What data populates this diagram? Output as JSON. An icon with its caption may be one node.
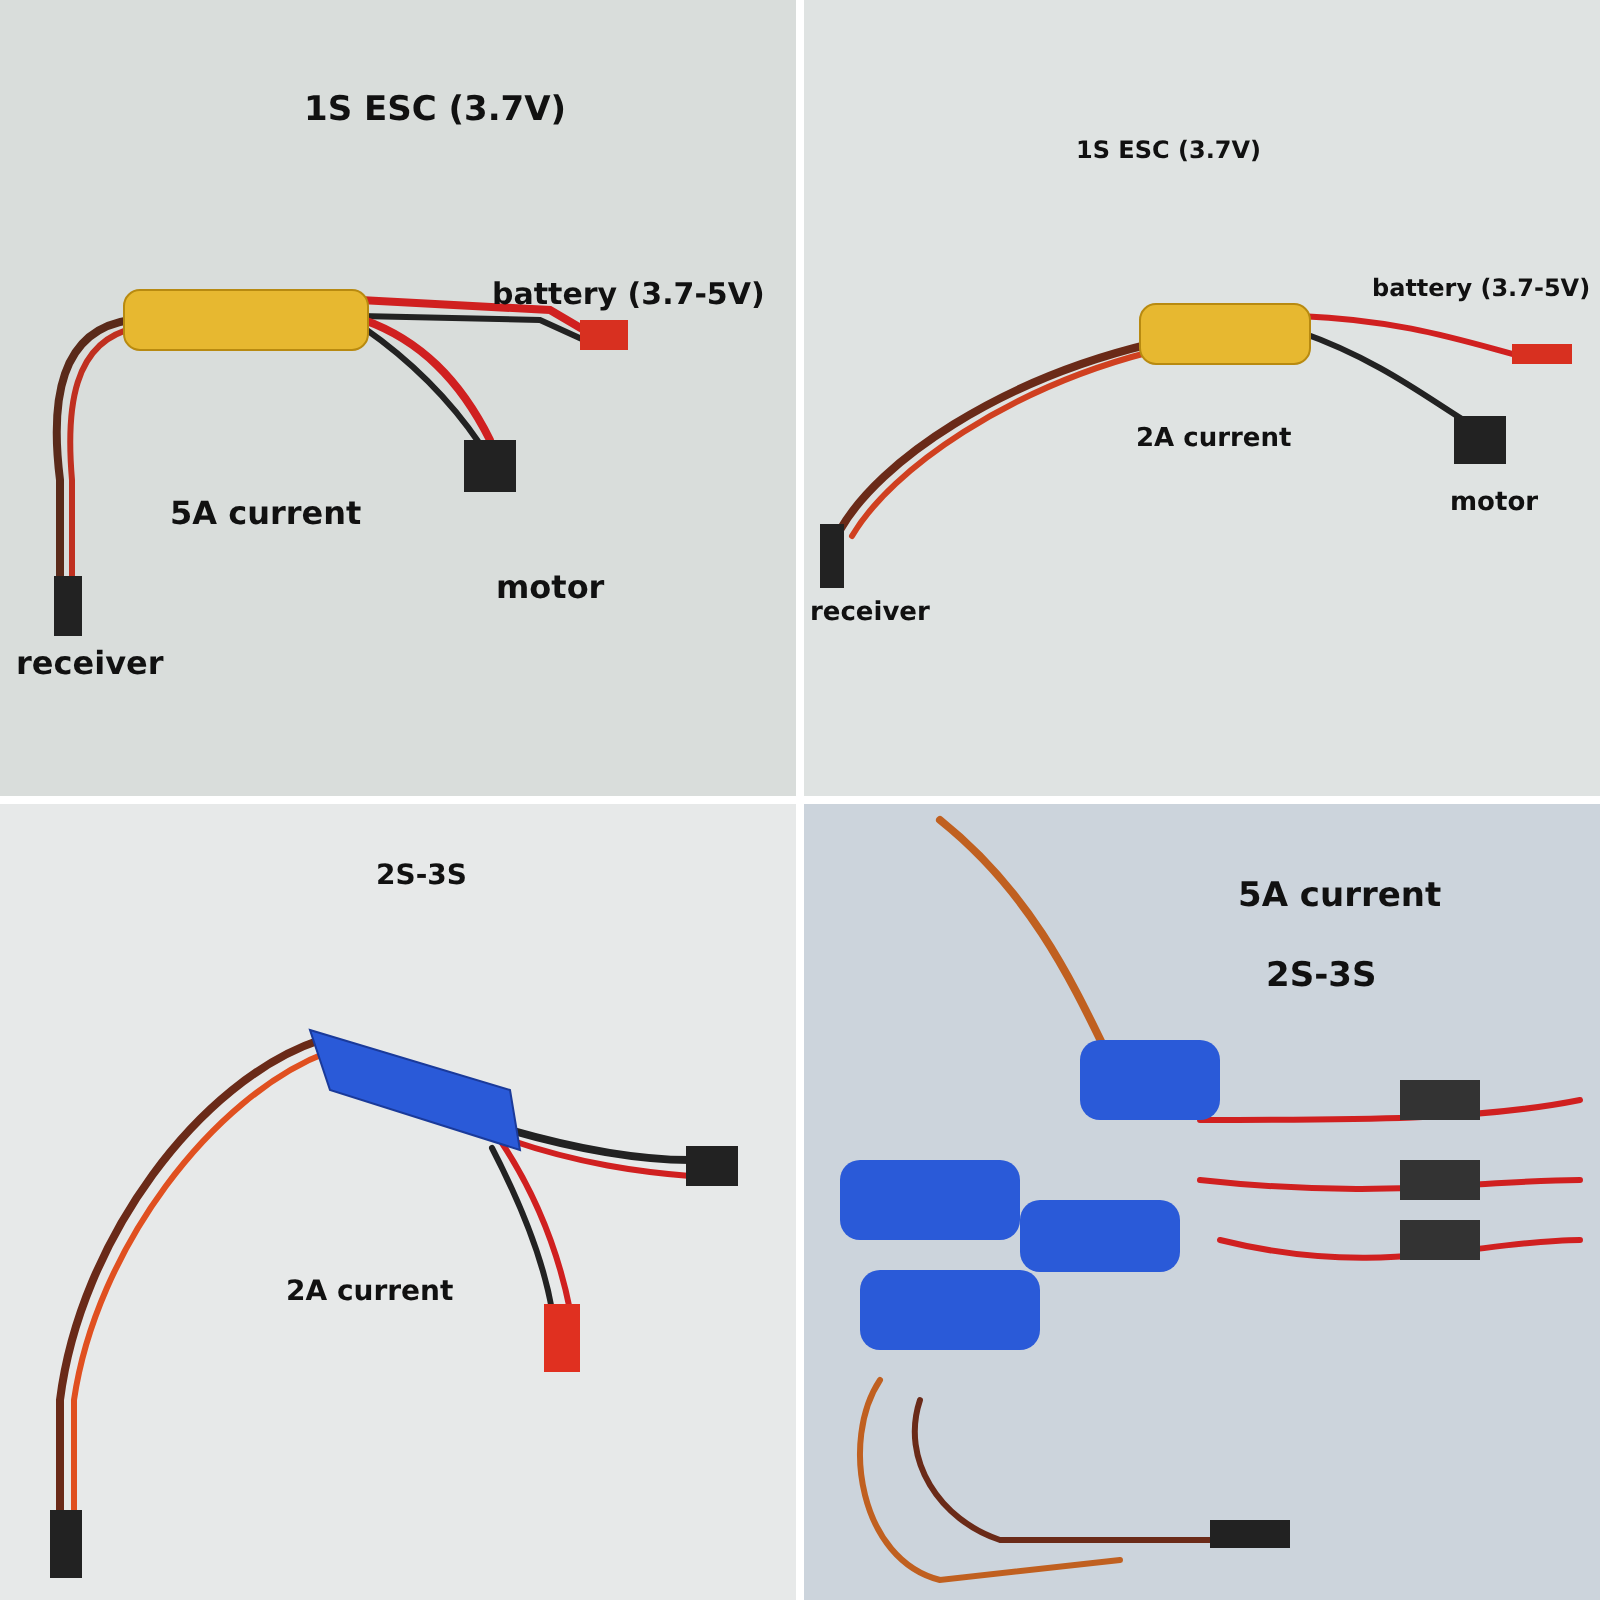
{
  "diagram": {
    "labels": [
      "1S ESC (3.7V)",
      "battery (3.7-5V)",
      "5A current",
      "motor",
      "receiver",
      "1S ESC (3.7V)",
      "battery (3.7-5V)",
      "2A current",
      "motor",
      "receiver",
      "2S-3S",
      "2A current",
      "5A current",
      "2S-3S"
    ]
  }
}
